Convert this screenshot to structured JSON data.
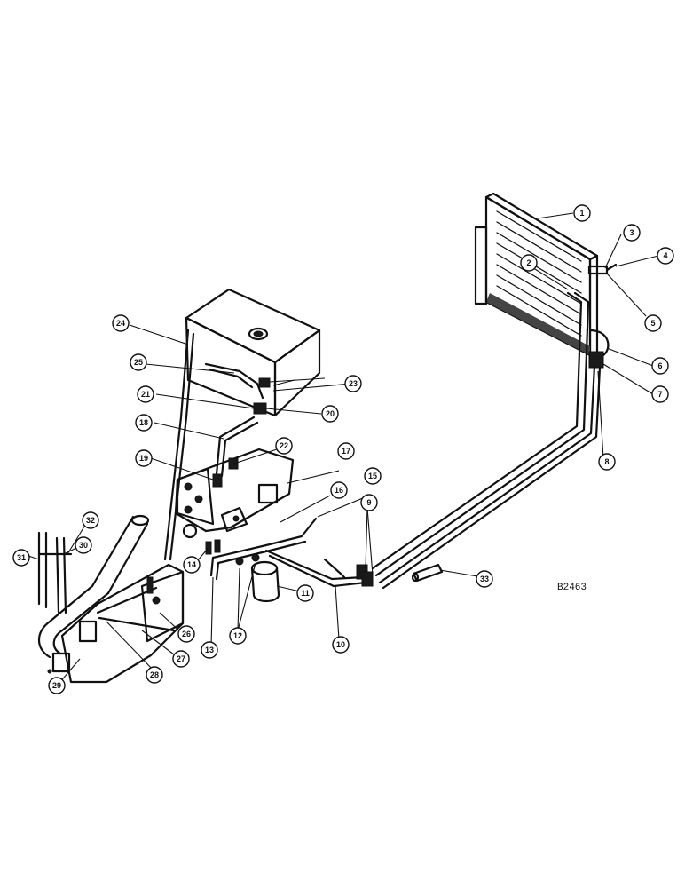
{
  "drawing_code": "B2463",
  "callouts": [
    "1",
    "2",
    "3",
    "4",
    "5",
    "6",
    "7",
    "8",
    "9",
    "10",
    "11",
    "12",
    "13",
    "14",
    "15",
    "16",
    "17",
    "18",
    "19",
    "20",
    "21",
    "22",
    "23",
    "24",
    "25",
    "26",
    "27",
    "28",
    "29",
    "30",
    "31",
    "32",
    "33"
  ]
}
